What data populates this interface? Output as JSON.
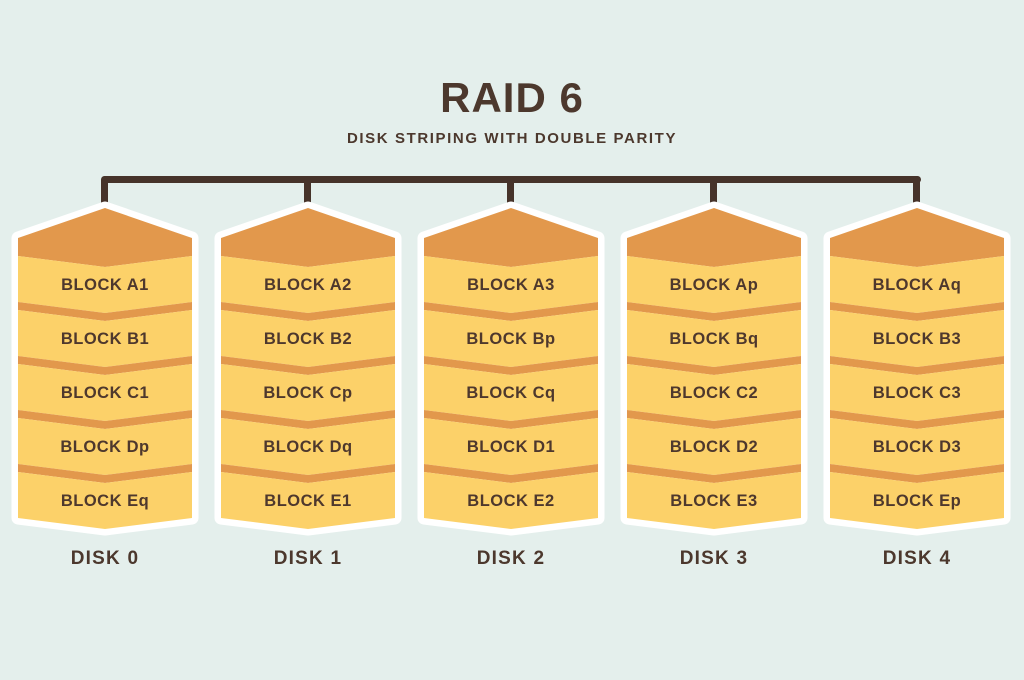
{
  "title": "RAID 6",
  "subtitle": "DISK STRIPING WITH DOUBLE PARITY",
  "colors": {
    "background": "#e4efec",
    "band_yellow": "#fcd169",
    "cap_orange": "#e2984c",
    "outline_white": "#ffffff",
    "text_brown": "#4e382d",
    "connector_brown": "#46332a"
  },
  "disks": [
    {
      "label": "DISK 0",
      "blocks": [
        "BLOCK A1",
        "BLOCK B1",
        "BLOCK C1",
        "BLOCK Dp",
        "BLOCK Eq"
      ]
    },
    {
      "label": "DISK 1",
      "blocks": [
        "BLOCK A2",
        "BLOCK B2",
        "BLOCK Cp",
        "BLOCK Dq",
        "BLOCK E1"
      ]
    },
    {
      "label": "DISK 2",
      "blocks": [
        "BLOCK A3",
        "BLOCK Bp",
        "BLOCK Cq",
        "BLOCK D1",
        "BLOCK E2"
      ]
    },
    {
      "label": "DISK 3",
      "blocks": [
        "BLOCK Ap",
        "BLOCK Bq",
        "BLOCK C2",
        "BLOCK D2",
        "BLOCK E3"
      ]
    },
    {
      "label": "DISK 4",
      "blocks": [
        "BLOCK Aq",
        "BLOCK B3",
        "BLOCK C3",
        "BLOCK D3",
        "BLOCK Ep"
      ]
    }
  ]
}
